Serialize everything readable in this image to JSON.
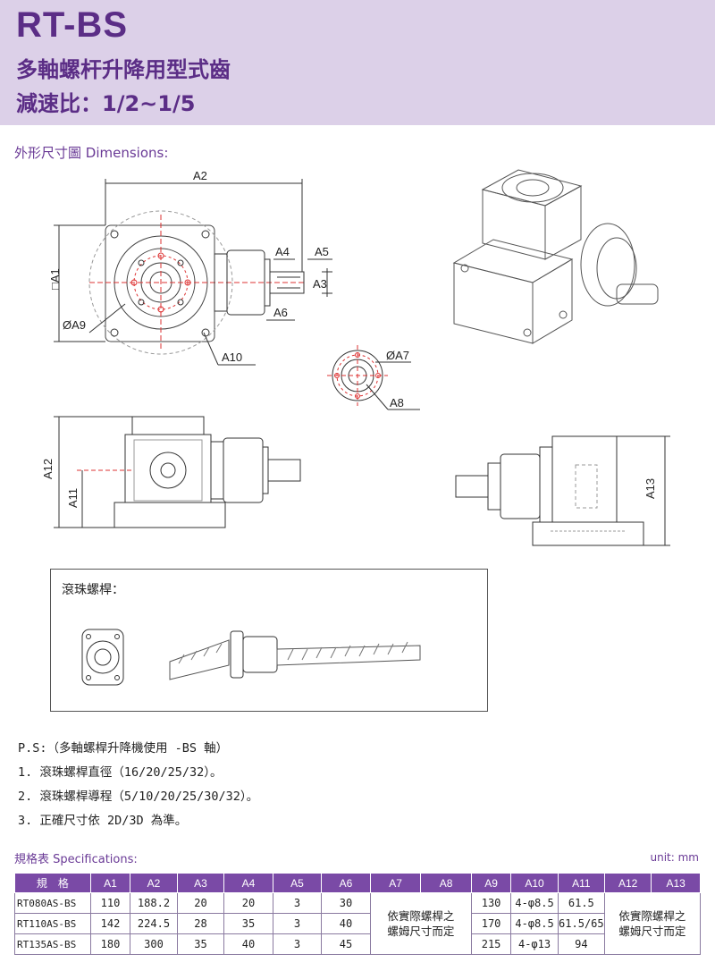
{
  "header": {
    "model": "RT-BS",
    "subtitle": "多軸螺杆升降用型式齒",
    "ratio": "減速比：1/2~1/5"
  },
  "dimensions_title": "外形尺寸圖 Dimensions:",
  "labels": {
    "a1": "□A1",
    "a2": "A2",
    "a3": "A3",
    "a4": "A4",
    "a5": "A5",
    "a6": "A6",
    "a7": "ØA7",
    "a8": "A8",
    "a9": "ØA9",
    "a10": "A10",
    "a11": "A11",
    "a12": "A12",
    "a13": "A13"
  },
  "ballscrew_caption": "滾珠螺桿：",
  "notes": [
    "P.S:（多軸螺桿升降機使用 -BS 軸）",
    "1. 滾珠螺桿直徑（16/20/25/32）。",
    "2. 滾珠螺桿導程（5/10/20/25/30/32）。",
    "3. 正確尺寸依 2D/3D 為準。"
  ],
  "spec": {
    "title": "規格表 Specifications:",
    "unit": "unit: mm",
    "headers": [
      "規　格",
      "A1",
      "A2",
      "A3",
      "A4",
      "A5",
      "A6",
      "A7",
      "A8",
      "A9",
      "A10",
      "A11",
      "A12",
      "A13"
    ],
    "merged_note_line1": "依實際螺桿之",
    "merged_note_line2": "螺姆尺寸而定",
    "rows": [
      {
        "model": "RT080AS-BS",
        "a1": "110",
        "a2": "188.2",
        "a3": "20",
        "a4": "20",
        "a5": "3",
        "a6": "30",
        "a9": "130",
        "a10": "4-φ8.5",
        "a11": "61.5"
      },
      {
        "model": "RT110AS-BS",
        "a1": "142",
        "a2": "224.5",
        "a3": "28",
        "a4": "35",
        "a5": "3",
        "a6": "40",
        "a9": "170",
        "a10": "4-φ8.5",
        "a11": "61.5/65"
      },
      {
        "model": "RT135AS-BS",
        "a1": "180",
        "a2": "300",
        "a3": "35",
        "a4": "40",
        "a5": "3",
        "a6": "45",
        "a9": "215",
        "a10": "4-φ13",
        "a11": "94"
      }
    ]
  },
  "colors": {
    "accent": "#5b2d86",
    "banner": "#dcd0e8",
    "table_header": "#7a4aa6"
  }
}
